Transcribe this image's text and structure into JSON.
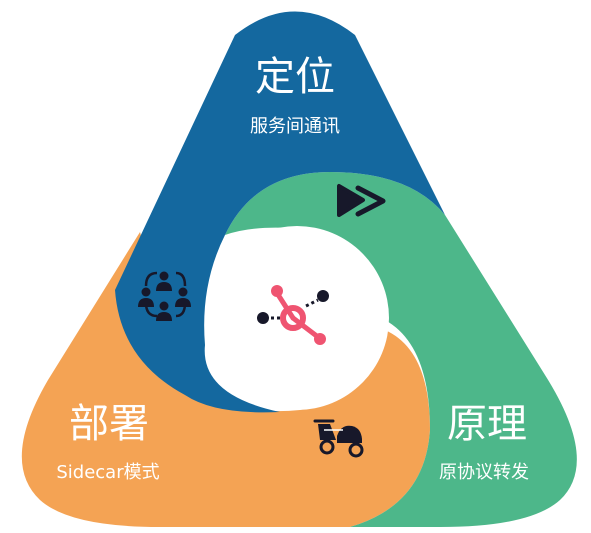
{
  "segments": {
    "top": {
      "title": "定位",
      "subtitle": "服务间通讯",
      "color": "#14689f"
    },
    "right": {
      "title": "原理",
      "subtitle": "原协议转发",
      "color": "#4db78a"
    },
    "left": {
      "title": "部署",
      "subtitle": "Sidecar模式",
      "color": "#f4a354"
    }
  },
  "icons": {
    "top": "fast-forward-icon",
    "left": "team-group-icon",
    "right": "sidecar-motorcycle-icon",
    "center": "service-mesh-hub-icon"
  },
  "colors": {
    "icon_dark": "#17182a",
    "center_hub": "#ef5471",
    "center_fill": "#ffffff"
  }
}
